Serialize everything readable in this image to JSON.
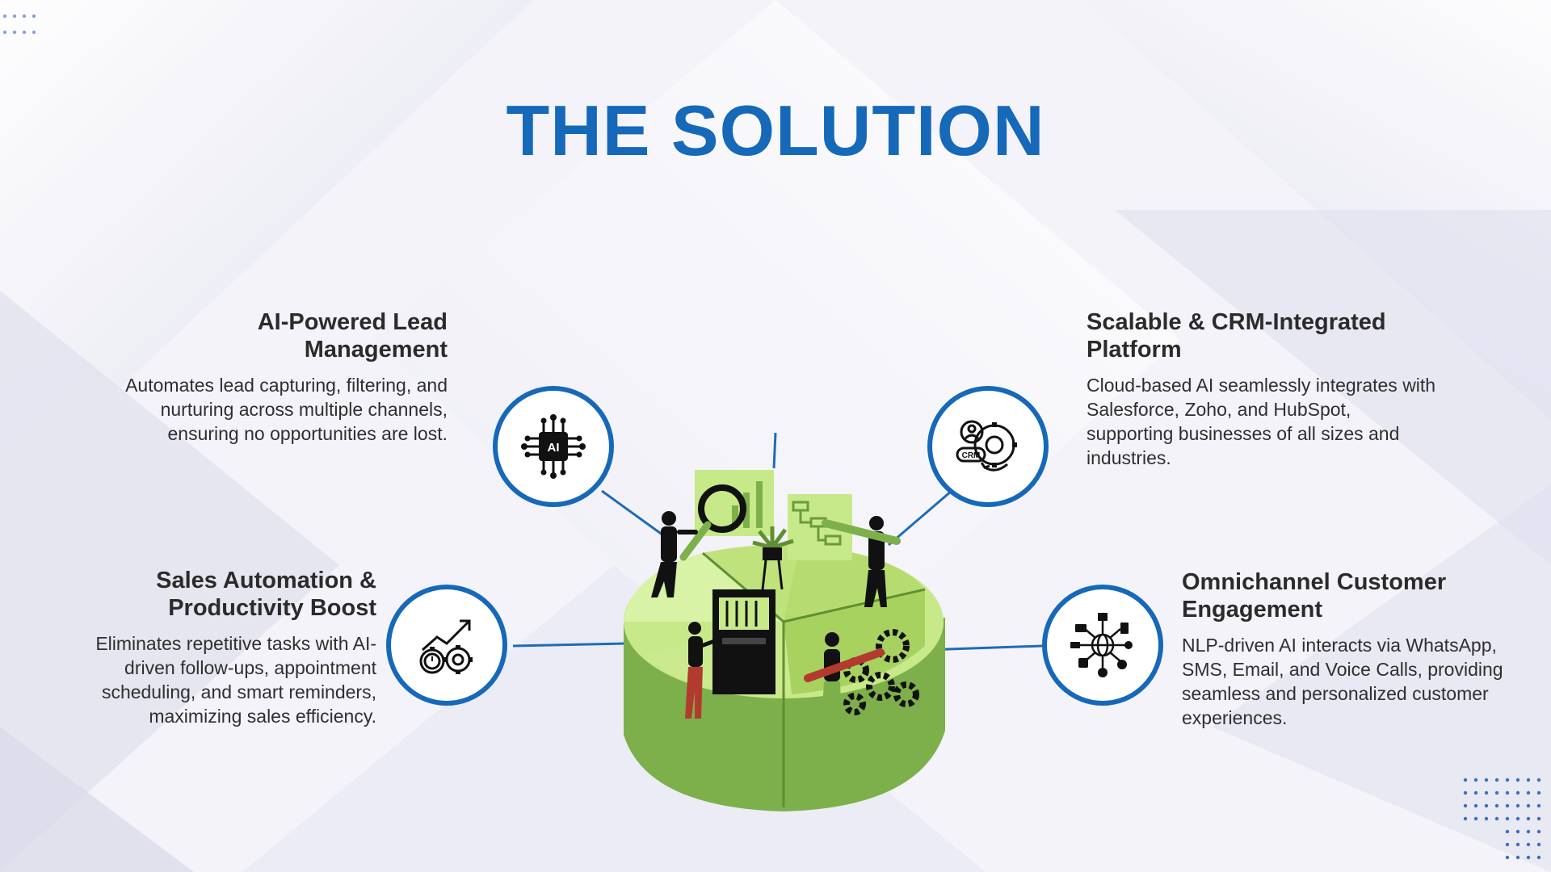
{
  "slide": {
    "title": "THE SOLUTION"
  },
  "features": [
    {
      "title": "AI-Powered Lead Management",
      "title_line1": "AI-Powered Lead",
      "title_line2": "Management",
      "description": "Automates lead capturing, filtering, and nurturing across multiple channels, ensuring no opportunities are lost.",
      "icon": "ai-chip-icon"
    },
    {
      "title": "Sales Automation & Productivity Boost",
      "title_line1": "Sales Automation &",
      "title_line2": "Productivity Boost",
      "description": "Eliminates repetitive tasks with AI-driven follow-ups, appointment scheduling, and smart reminders, maximizing sales efficiency.",
      "icon": "growth-gears-icon"
    },
    {
      "title": "Scalable & CRM-Integrated Platform",
      "title_line1": "Scalable & CRM-Integrated",
      "title_line2": "Platform",
      "description": "Cloud-based AI seamlessly integrates with Salesforce, Zoho, and HubSpot, supporting businesses of all sizes and industries.",
      "icon": "crm-gear-icon"
    },
    {
      "title": "Omnichannel Customer Engagement",
      "title_line1": "Omnichannel Customer",
      "title_line2": "Engagement",
      "description": "NLP-driven AI interacts via WhatsApp, SMS, Email, and Voice Calls, providing seamless and personalized customer experiences.",
      "icon": "network-globe-icon"
    }
  ],
  "illustration": {
    "name": "pie-chart-team-illustration",
    "icons": [
      "magnifier-icon",
      "bar-chart-icon",
      "flowchart-icon",
      "gears-icon",
      "wrench-icon",
      "plant-icon"
    ]
  },
  "colors": {
    "title": "#1668b8",
    "circle_border": "#1668b8",
    "pie_light": "#c8e98a",
    "pie_dark": "#7db04a",
    "text": "#2b2b2b",
    "dots": "#3a6fc4"
  }
}
